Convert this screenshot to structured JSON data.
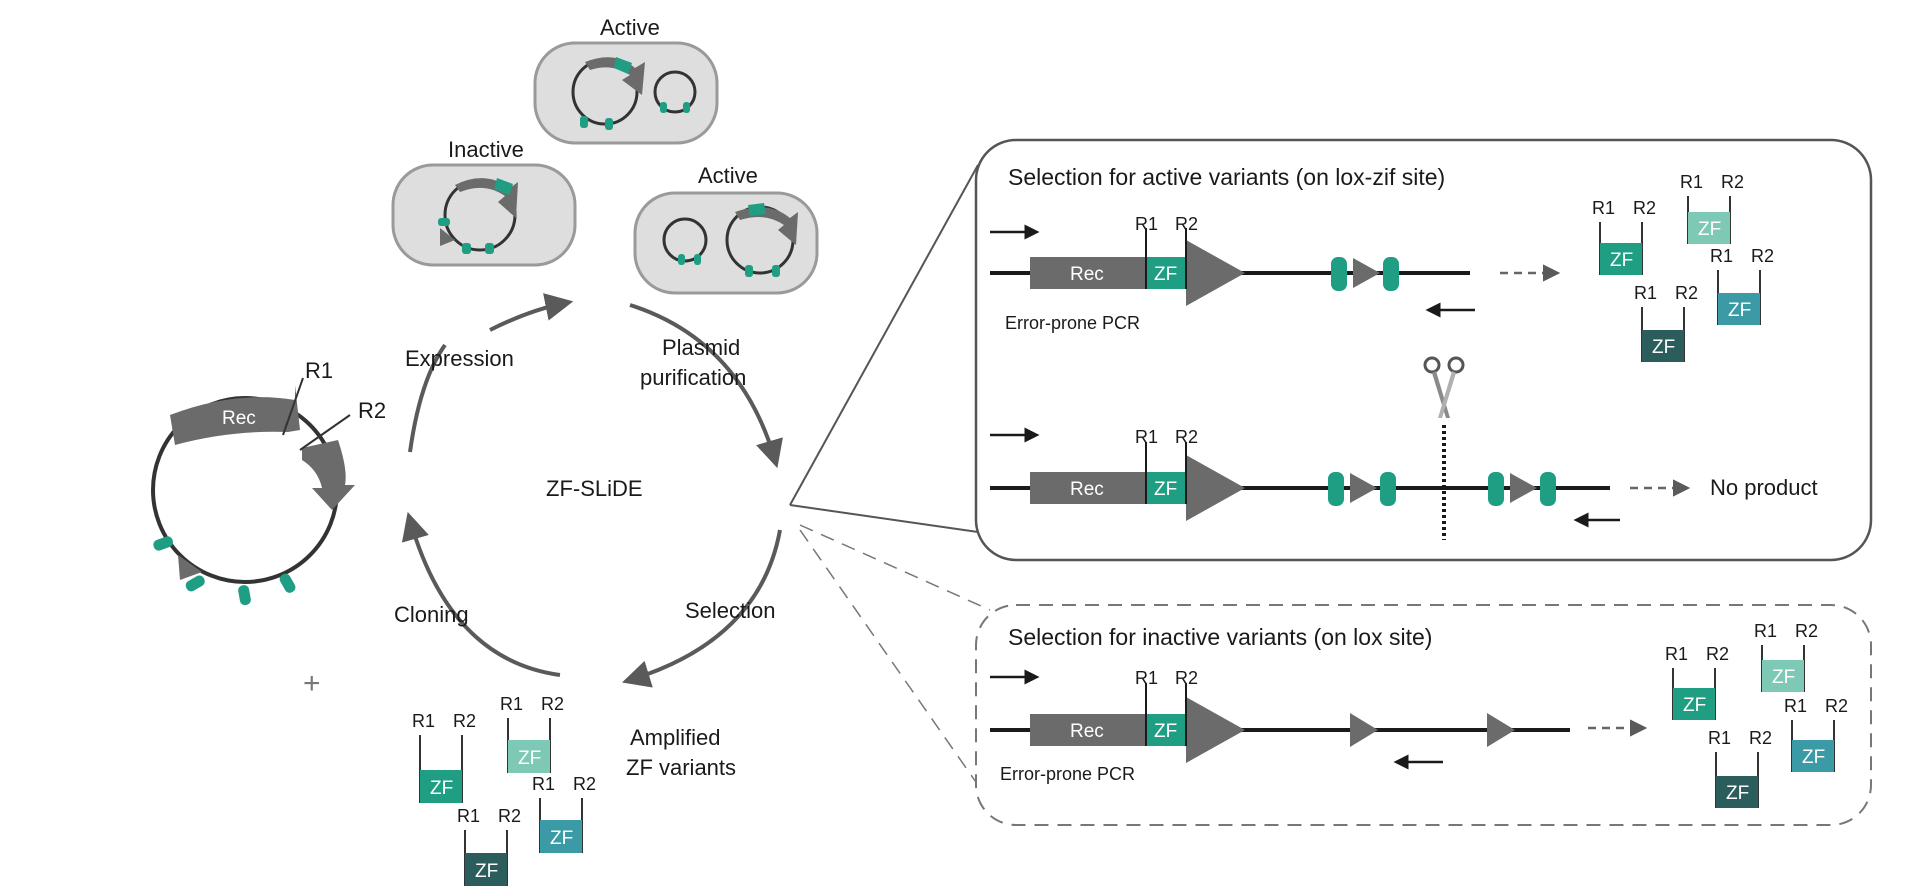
{
  "labels": {
    "active_top": "Active",
    "inactive": "Inactive",
    "active_right": "Active",
    "expression": "Expression",
    "plasmid_line1": "Plasmid",
    "plasmid_line2": "purification",
    "cycle_center": "ZF-SLiDE",
    "cloning": "Cloning",
    "selection": "Selection",
    "amplified_line1": "Amplified",
    "amplified_line2": "ZF variants",
    "plus": "+",
    "rec": "Rec",
    "r1": "R1",
    "r2": "R2",
    "zf": "ZF"
  },
  "active_panel": {
    "title": "Selection for active variants (on lox-zif site)",
    "pcr_label": "Error-prone PCR",
    "no_product": "No product"
  },
  "inactive_panel": {
    "title": "Selection for inactive variants (on lox site)",
    "pcr_label": "Error-prone PCR"
  },
  "colors": {
    "gray": "#6b6b6b",
    "teal": "#1f9e84",
    "teal_light": "#7ec8b6",
    "teal_mid": "#3a9aa6",
    "teal_dark": "#2b5d5d",
    "cell_fill": "#dedede",
    "cell_border": "#9a9a9a"
  }
}
